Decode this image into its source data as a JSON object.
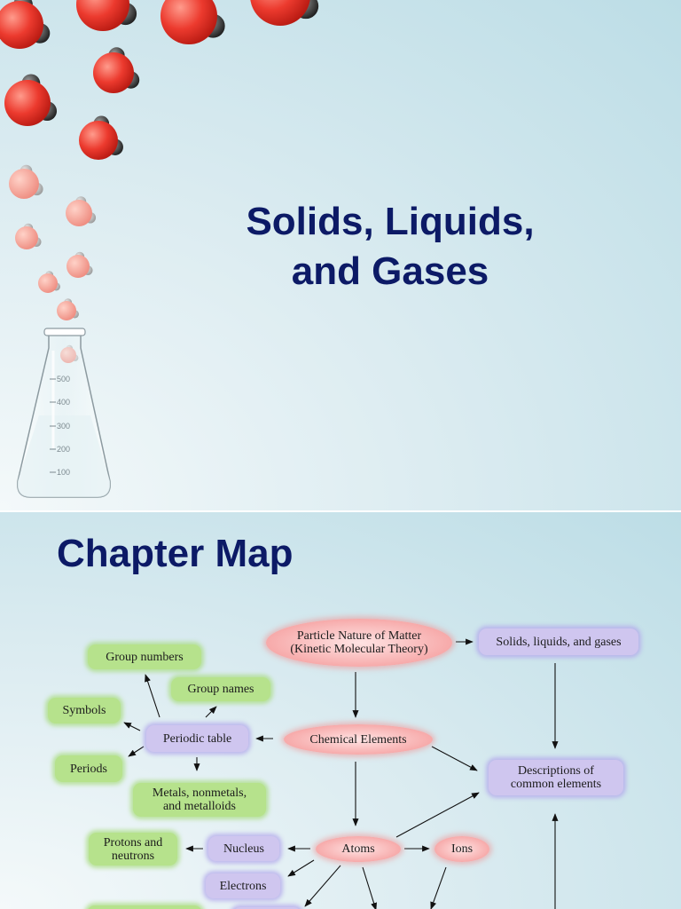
{
  "slide1": {
    "title_line1": "Solids, Liquids,",
    "title_line2": "and Gases",
    "flask_marks": [
      "500",
      "400",
      "300",
      "200",
      "100"
    ],
    "molecule_icon": "water-molecule-icon",
    "flask_icon": "erlenmeyer-flask-icon"
  },
  "slide2": {
    "title": "Chapter Map",
    "nodes": {
      "particle_nature_1": "Particle Nature of Matter",
      "particle_nature_2": "(Kinetic Molecular Theory)",
      "solids_liquids_gases": "Solids, liquids, and gases",
      "group_numbers": "Group numbers",
      "group_names": "Group names",
      "symbols": "Symbols",
      "periodic_table": "Periodic table",
      "chemical_elements": "Chemical Elements",
      "periods": "Periods",
      "descriptions_1": "Descriptions of",
      "descriptions_2": "common elements",
      "metals_1": "Metals, nonmetals,",
      "metals_2": "and metalloids",
      "protons_1": "Protons and",
      "protons_2": "neutrons",
      "nucleus": "Nucleus",
      "atoms": "Atoms",
      "ions": "Ions",
      "electrons": "Electrons"
    }
  },
  "colors": {
    "title": "#0c1a66",
    "green_node": "#b6e28c",
    "purple_node": "#cfc6ef",
    "pink_node": "#f6a6a6",
    "molecule_oxygen": "#e8302c",
    "molecule_hydrogen": "#3a3a3a"
  }
}
